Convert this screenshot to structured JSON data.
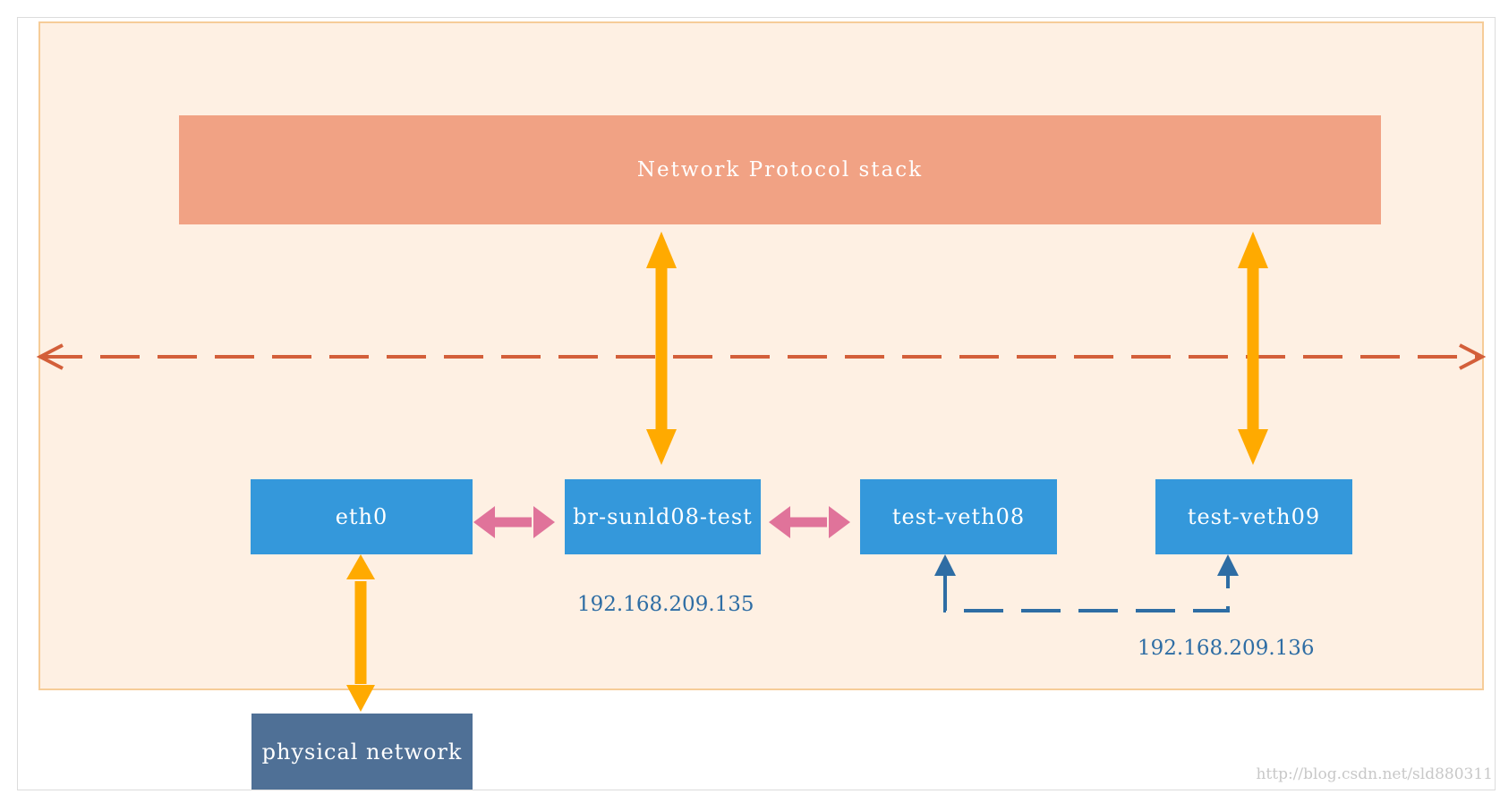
{
  "diagram": {
    "protocol_stack_label": "Network Protocol stack",
    "interfaces": {
      "eth0": "eth0",
      "bridge": "br-sunld08-test",
      "veth08": "test-veth08",
      "veth09": "test-veth09"
    },
    "physical_network_label": "physical network",
    "bridge_ip": "192.168.209.135",
    "veth_ip": "192.168.209.136",
    "watermark": "http://blog.csdn.net/sld880311"
  },
  "colors": {
    "host_background": "#fef0e3",
    "host_border": "#f6cc98",
    "protocol_stack": "#f1a284",
    "interface_box": "#3498db",
    "physical_network_box": "#4f7096",
    "kernel_boundary_line": "#d35f3a",
    "vertical_arrow": "#ffaa00",
    "horizontal_arrow": "#e0739a",
    "veth_pair_link": "#2e6da4"
  },
  "icons": {
    "vertical_arrow": "double-headed-arrow",
    "horizontal_arrow": "double-headed-arrow",
    "boundary_line": "dashed-double-arrow-line",
    "veth_link": "dashed-connector-with-arrowheads"
  }
}
